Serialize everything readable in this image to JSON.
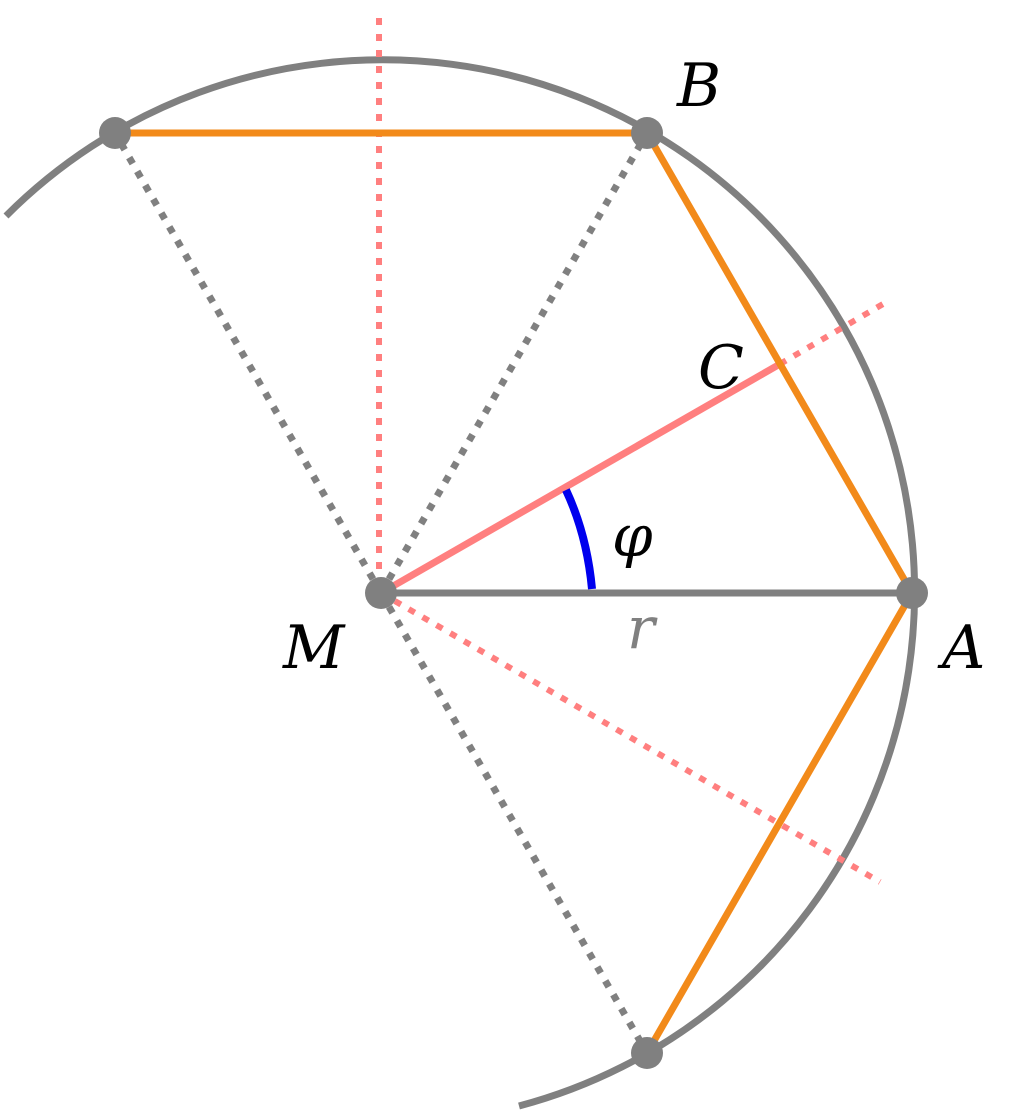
{
  "labels": {
    "B": "B",
    "C": "C",
    "M": "M",
    "A": "A",
    "phi": "φ",
    "r": "r"
  },
  "colors": {
    "circle": "#808080",
    "chord": "#f28a1a",
    "bisector": "#ff7f7f",
    "angle": "#0000ee",
    "label": "#000000",
    "radius_label": "#808080"
  }
}
